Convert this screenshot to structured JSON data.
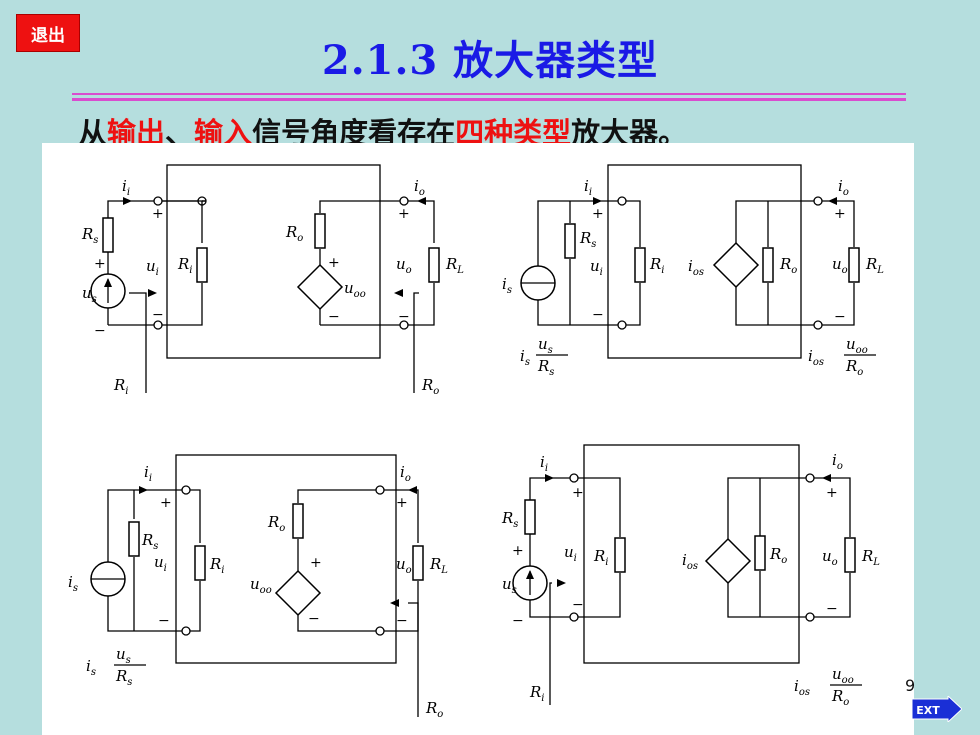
{
  "exit_label": "退出",
  "title": "2.1.3  放大器类型",
  "subtitle": [
    {
      "text": "从",
      "hl": false
    },
    {
      "text": "输出",
      "hl": true
    },
    {
      "text": "、",
      "hl": false
    },
    {
      "text": "输入",
      "hl": true
    },
    {
      "text": "信号角度看存在",
      "hl": false
    },
    {
      "text": "四种类型",
      "hl": true
    },
    {
      "text": "放大器。",
      "hl": false
    }
  ],
  "page_number": "9",
  "next_label": "EXT",
  "colors": {
    "background": "#b5dede",
    "title": "#1a1ae6",
    "highlight": "#ee1111",
    "rule": "#d94ccf",
    "exit_button": "#ee1111"
  },
  "circuit_labels": {
    "ii": "i",
    "ii_sub": "i",
    "io": "i",
    "io_sub": "o",
    "Rs": "R",
    "Rs_sub": "s",
    "Ri": "R",
    "Ri_sub": "i",
    "Ro": "R",
    "Ro_sub": "o",
    "RL": "R",
    "RL_sub": "L",
    "ui": "u",
    "ui_sub": "i",
    "uo": "u",
    "uo_sub": "o",
    "us": "u",
    "us_sub": "s",
    "is": "i",
    "is_sub": "s",
    "uoo": "u",
    "uoo_sub": "oo",
    "ios": "i",
    "ios_sub": "os",
    "plus": "+",
    "minus": "−",
    "is_formula": "i",
    "ios_formula": "i"
  }
}
